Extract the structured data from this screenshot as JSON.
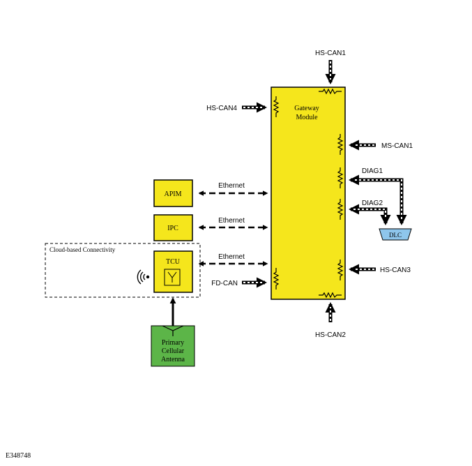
{
  "figure_id": "E348748",
  "colors": {
    "module_fill": "#f5e61c",
    "module_stroke": "#000000",
    "antenna_fill": "#5cb548",
    "dlc_fill": "#8ec6ec",
    "bus_dash": "#ffffff",
    "bus_line": "#000000"
  },
  "gateway": {
    "line1": "Gateway",
    "line2": "Module"
  },
  "modules": {
    "apim": "APIM",
    "ipc": "IPC",
    "tcu": "TCU"
  },
  "cloud": {
    "label": "Cloud-based Connectivity"
  },
  "antenna": {
    "line1": "Primary",
    "line2": "Cellular",
    "line3": "Antenna"
  },
  "dlc": {
    "label": "DLC"
  },
  "ethernet": {
    "apim": "Ethernet",
    "ipc": "Ethernet",
    "tcu": "Ethernet"
  },
  "buses": {
    "hs_can1": "HS-CAN1",
    "hs_can2": "HS-CAN2",
    "hs_can3": "HS-CAN3",
    "hs_can4": "HS-CAN4",
    "ms_can1": "MS-CAN1",
    "fd_can": "FD-CAN",
    "diag1": "DIAG1",
    "diag2": "DIAG2"
  },
  "icons": {
    "wireless": "wireless-signal-icon",
    "antenna_symbol": "antenna-symbol-icon",
    "resistor": "resistor-icon"
  }
}
